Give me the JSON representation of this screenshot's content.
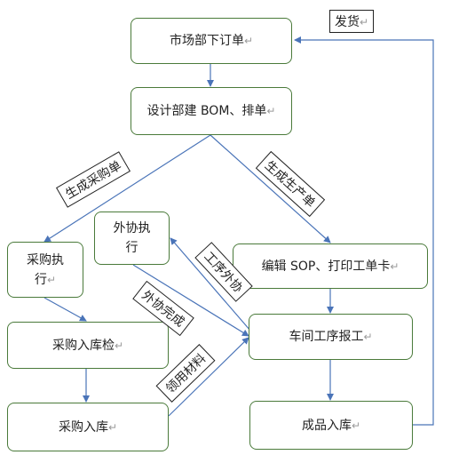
{
  "nodes": {
    "market_order": "市场部下订单",
    "design_bom": "设计部建 BOM、排单",
    "purchase_exec_line1": "采购执",
    "purchase_exec_line2": "行",
    "outsource_exec_line1": "外协执",
    "outsource_exec_line2": "行",
    "edit_sop": "编辑 SOP、打印工单卡",
    "workshop_report": "车间工序报工",
    "purchase_inspect": "采购入库检",
    "purchase_store": "采购入库",
    "finished_store": "成品入库"
  },
  "labels": {
    "ship": "发货",
    "gen_purchase": "生成采购单",
    "gen_production": "生成生产单",
    "process_outsource": "工序外协",
    "outsource_done": "外协完成",
    "pick_material": "领用材料"
  },
  "paragraph_mark": "↵",
  "colors": {
    "box_border": "#4a7a3a",
    "arrow": "#4a74b8"
  }
}
